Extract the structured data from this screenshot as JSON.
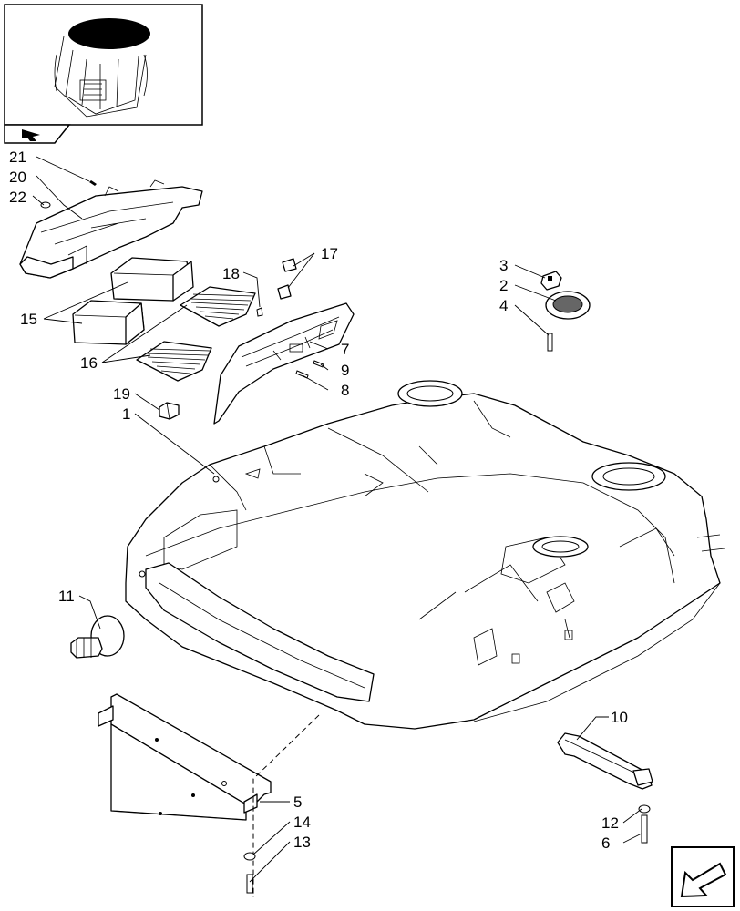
{
  "callouts": [
    {
      "id": "c21",
      "text": "21"
    },
    {
      "id": "c20",
      "text": "20"
    },
    {
      "id": "c22",
      "text": "22"
    },
    {
      "id": "c15",
      "text": "15"
    },
    {
      "id": "c16",
      "text": "16"
    },
    {
      "id": "c18",
      "text": "18"
    },
    {
      "id": "c17",
      "text": "17"
    },
    {
      "id": "c7",
      "text": "7"
    },
    {
      "id": "c9",
      "text": "9"
    },
    {
      "id": "c8",
      "text": "8"
    },
    {
      "id": "c19",
      "text": "19"
    },
    {
      "id": "c1",
      "text": "1"
    },
    {
      "id": "c3",
      "text": "3"
    },
    {
      "id": "c2",
      "text": "2"
    },
    {
      "id": "c4",
      "text": "4"
    },
    {
      "id": "c11",
      "text": "11"
    },
    {
      "id": "c10",
      "text": "10"
    },
    {
      "id": "c5",
      "text": "5"
    },
    {
      "id": "c14",
      "text": "14"
    },
    {
      "id": "c13",
      "text": "13"
    },
    {
      "id": "c12",
      "text": "12"
    },
    {
      "id": "c6",
      "text": "6"
    }
  ],
  "icons": {
    "locator": "cab-locator-thumbnail",
    "back": "back-arrow-icon",
    "nav": "next-page-arrow-icon"
  }
}
